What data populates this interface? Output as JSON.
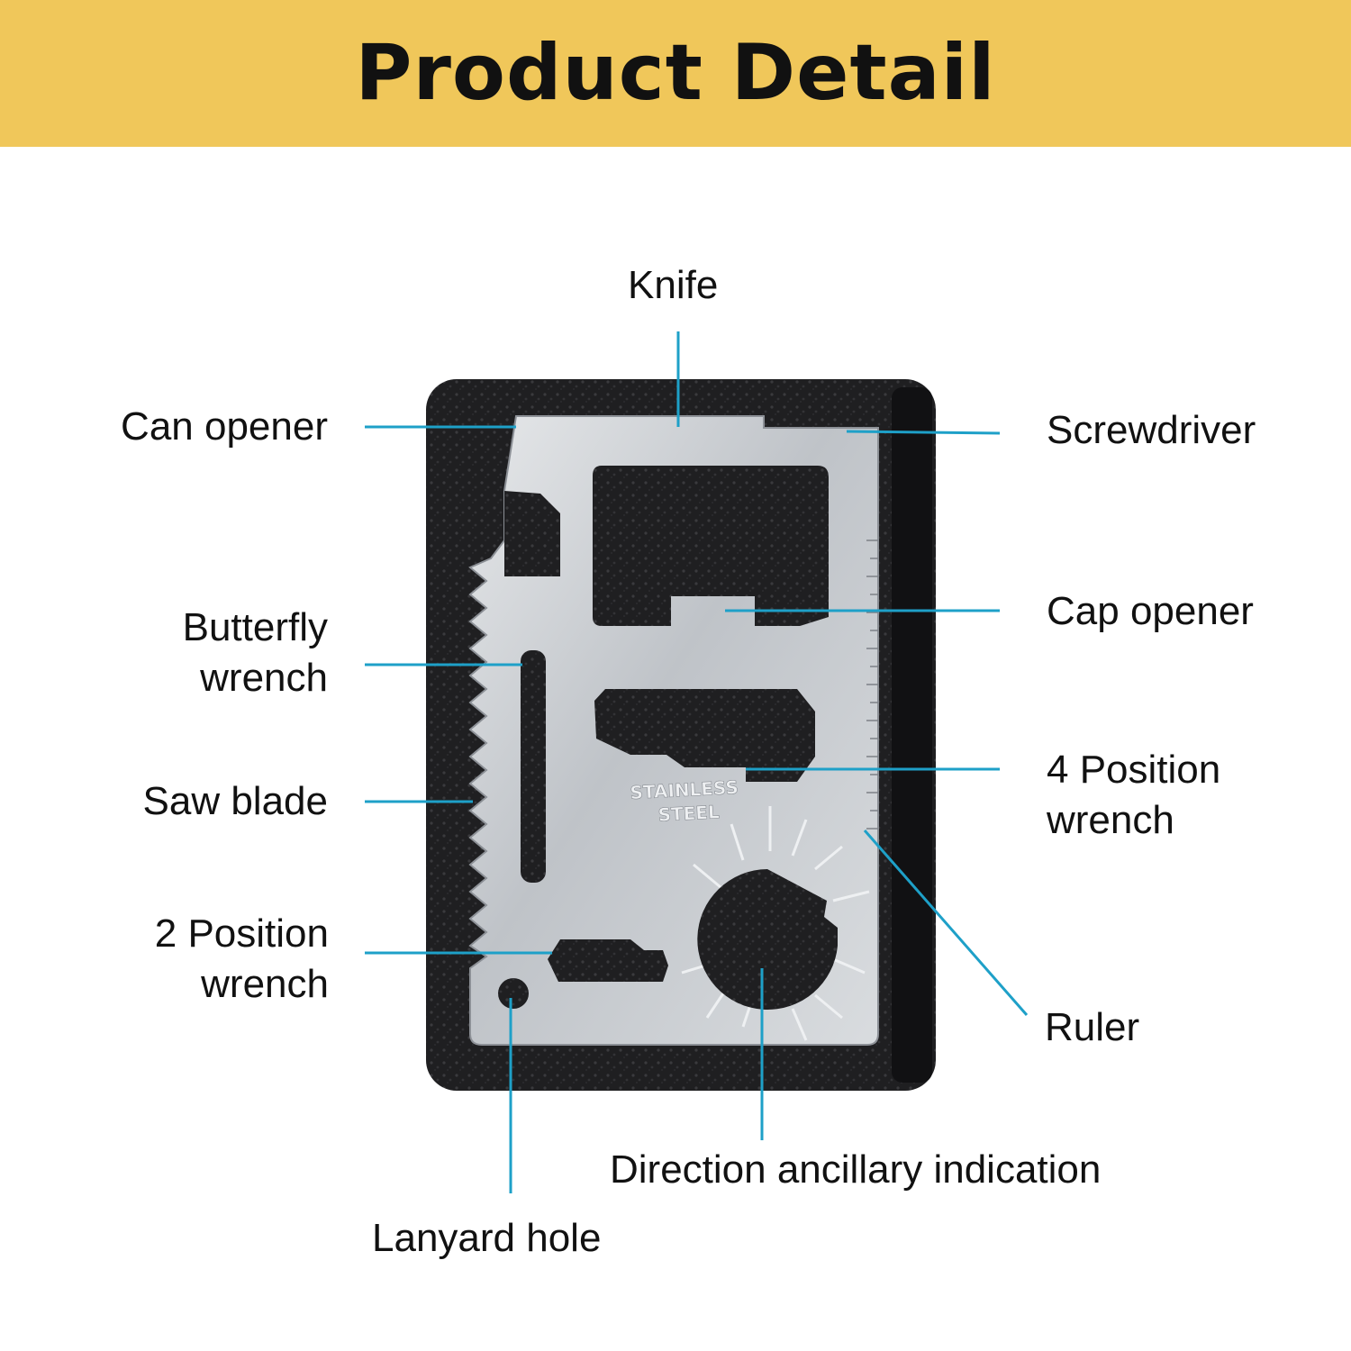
{
  "header": {
    "title": "Product Detail"
  },
  "product": {
    "stamp_line1": "STAINLESS",
    "stamp_line2": "STEEL"
  },
  "labels": {
    "knife": "Knife",
    "can_opener": "Can opener",
    "screwdriver": "Screwdriver",
    "butterfly_wrench_1": "Butterfly",
    "butterfly_wrench_2": "wrench",
    "cap_opener": "Cap opener",
    "saw_blade": "Saw blade",
    "four_position_wrench_1": "4 Position",
    "four_position_wrench_2": "wrench",
    "two_position_wrench_1": "2 Position",
    "two_position_wrench_2": "wrench",
    "ruler": "Ruler",
    "direction_indication": "Direction ancillary indication",
    "lanyard_hole": "Lanyard hole"
  },
  "colors": {
    "banner": "#f0c75a",
    "leader_line": "#1ea0c8",
    "card_steel": "#c9ccd0",
    "case": "#1c1c1e"
  }
}
